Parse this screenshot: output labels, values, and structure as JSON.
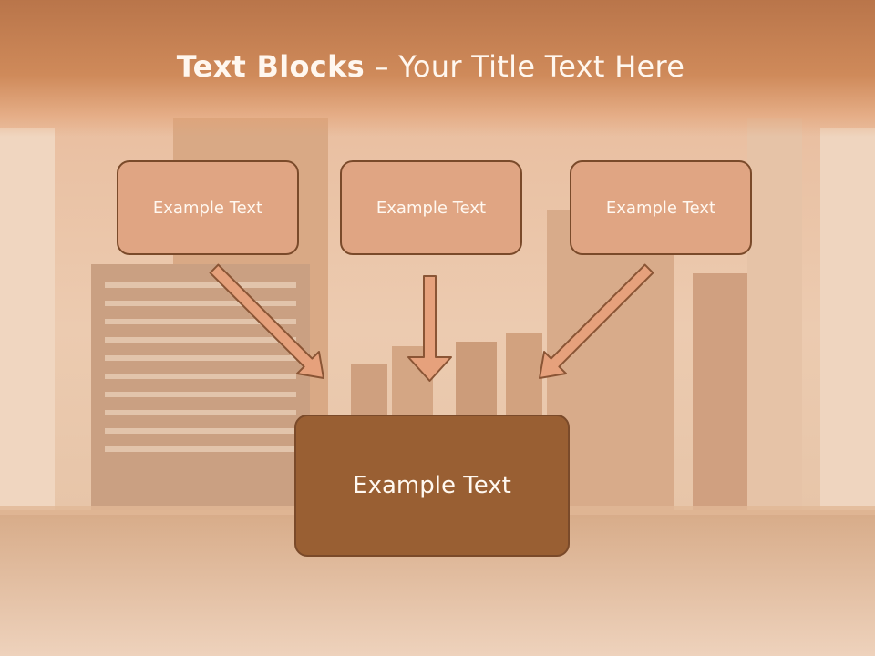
{
  "title": {
    "bold": "Text Blocks",
    "separator": " – ",
    "rest": "Your Title Text Here"
  },
  "blocks": {
    "top": [
      "Example Text",
      "Example Text",
      "Example Text"
    ],
    "bottom": "Example Text"
  },
  "colors": {
    "header": "#c98358",
    "small_box": "#e0a583",
    "big_box": "#995f33",
    "border": "#7a4a2a",
    "arrow_fill": "#e6a17c"
  }
}
